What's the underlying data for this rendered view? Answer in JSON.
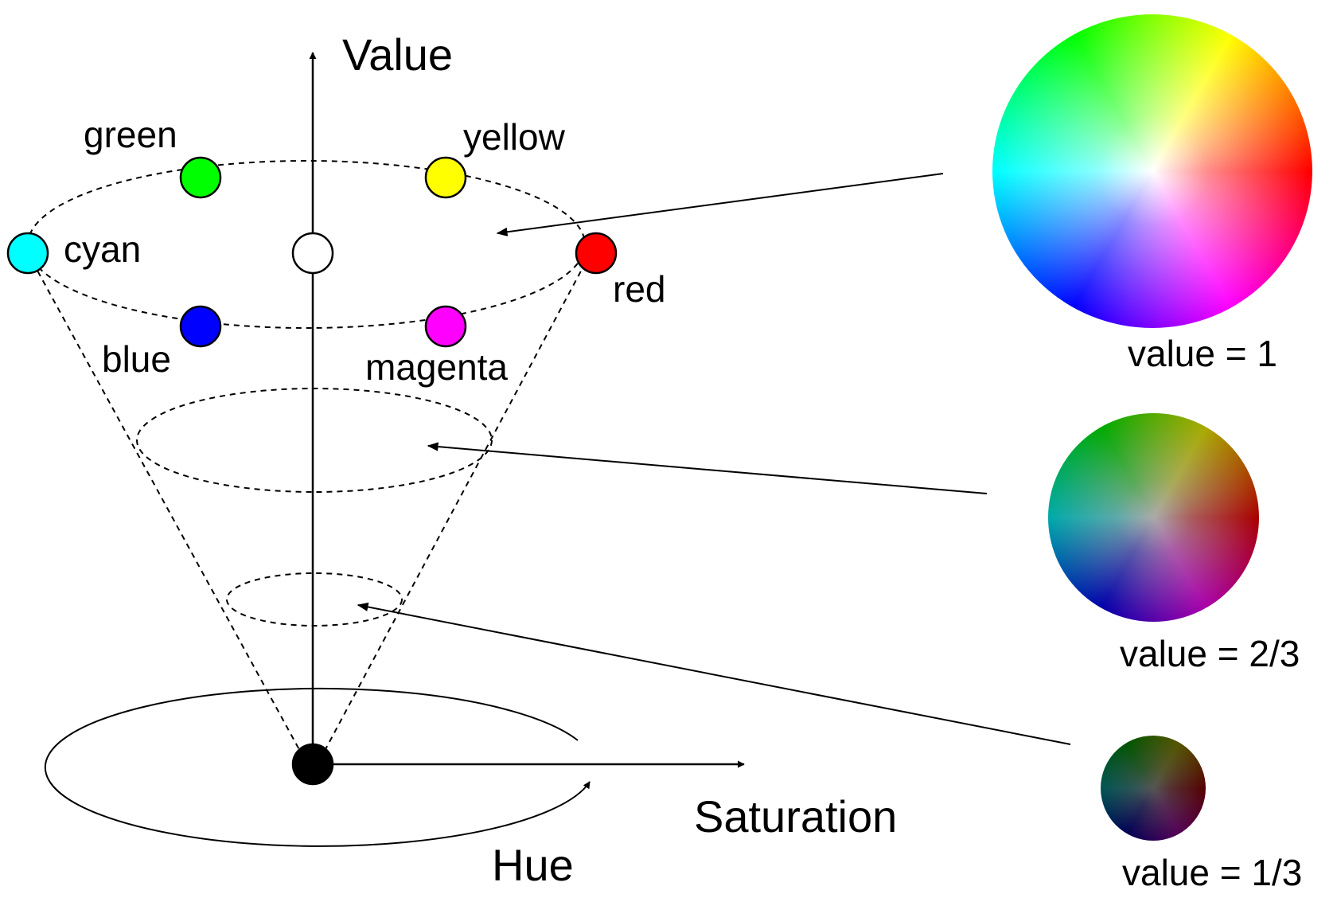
{
  "axes": {
    "value": "Value",
    "saturation": "Saturation",
    "hue": "Hue"
  },
  "hues": [
    {
      "label": "green",
      "color": "#00ff00"
    },
    {
      "label": "yellow",
      "color": "#ffff00"
    },
    {
      "label": "cyan",
      "color": "#00ffff"
    },
    {
      "label": "red",
      "color": "#ff0000"
    },
    {
      "label": "blue",
      "color": "#0000ff"
    },
    {
      "label": "magenta",
      "color": "#ff00ff"
    }
  ],
  "center_top": {
    "color": "#ffffff"
  },
  "apex": {
    "color": "#000000"
  },
  "wheels": [
    {
      "caption": "value = 1",
      "value": 1
    },
    {
      "caption": "value = 2/3",
      "value": 0.6667
    },
    {
      "caption": "value = 1/3",
      "value": 0.3333
    }
  ]
}
